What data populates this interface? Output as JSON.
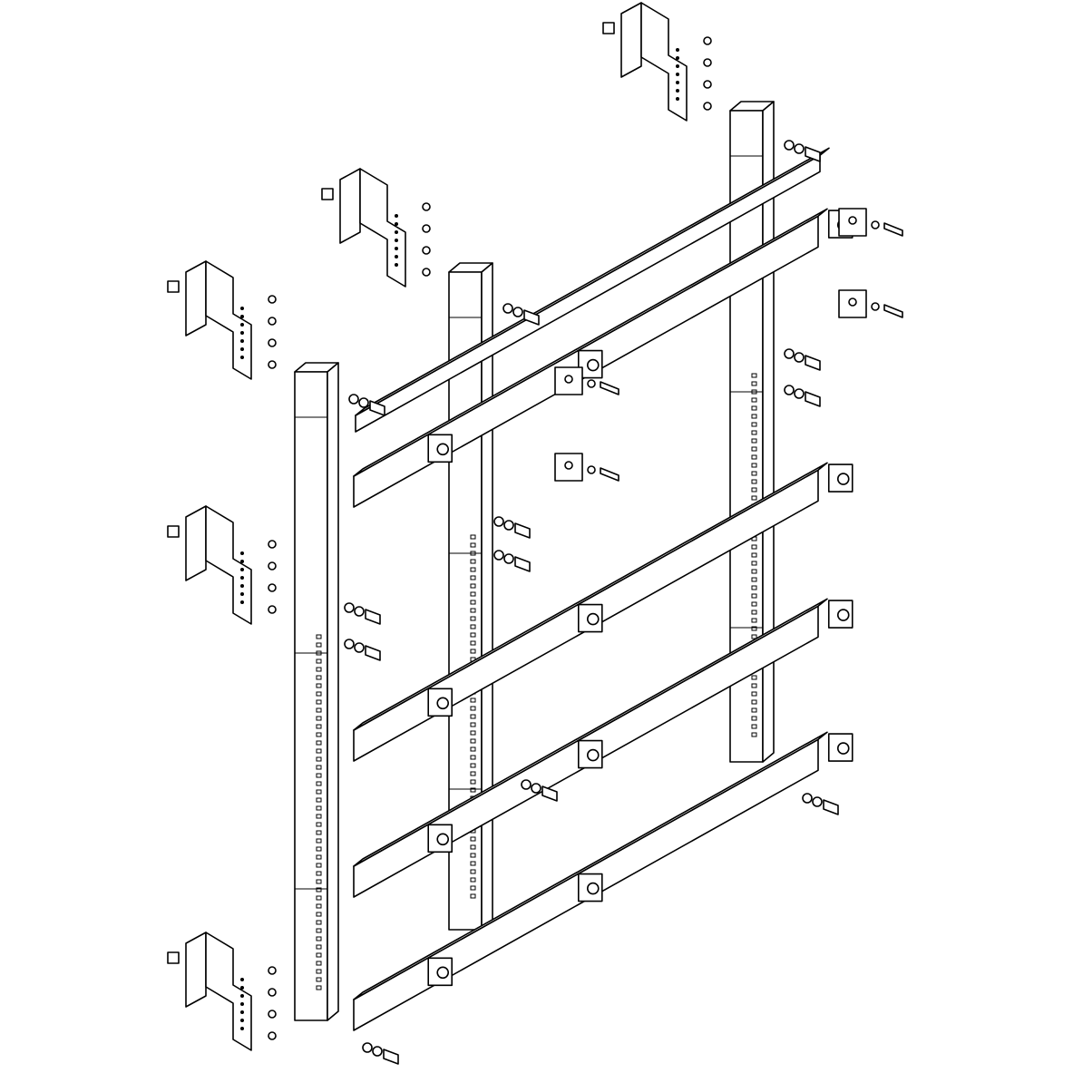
{
  "diagram": {
    "kind": "exploded assembly line drawing",
    "colors": {
      "stroke": "#000000",
      "background": "#ffffff"
    },
    "components": {
      "vertical_rails": 3,
      "busbars": 5,
      "wall_brackets": 5,
      "clamp_blocks": 4,
      "bar_supports": 12
    }
  }
}
